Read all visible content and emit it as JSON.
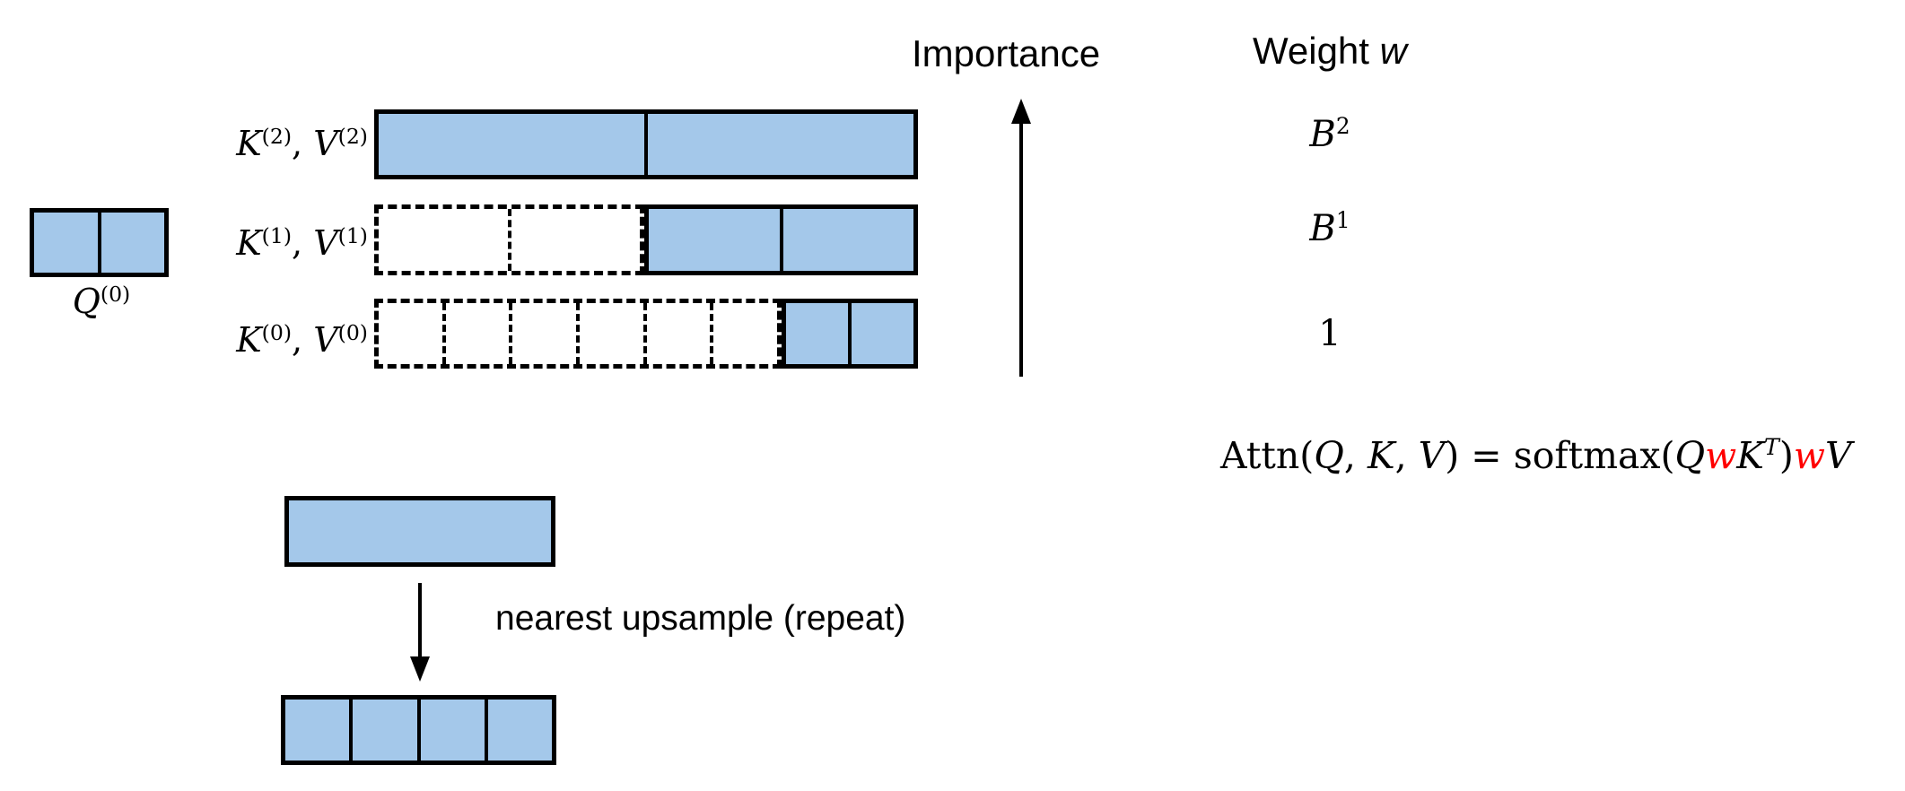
{
  "colors": {
    "cell_fill": "#a4c8ea",
    "line": "#000000",
    "red": "#ff0000"
  },
  "query_block": {
    "label_parts": [
      {
        "t": "Q",
        "s": "it"
      },
      {
        "t": "(0)",
        "s": "sup"
      }
    ],
    "box": {
      "style": "solid",
      "cells": 2
    }
  },
  "pyramid": {
    "rows": [
      {
        "label_parts": [
          {
            "t": "K",
            "s": "it"
          },
          {
            "t": "(2)",
            "s": "sup"
          },
          {
            "t": ", ",
            "s": "rm"
          },
          {
            "t": "V",
            "s": "it"
          },
          {
            "t": "(2)",
            "s": "sup"
          }
        ],
        "groups": [
          {
            "style": "solid",
            "cells": 2
          }
        ],
        "weight_parts": [
          {
            "t": "B",
            "s": "it"
          },
          {
            "t": "2",
            "s": "sup"
          }
        ]
      },
      {
        "label_parts": [
          {
            "t": "K",
            "s": "it"
          },
          {
            "t": "(1)",
            "s": "sup"
          },
          {
            "t": ", ",
            "s": "rm"
          },
          {
            "t": "V",
            "s": "it"
          },
          {
            "t": "(1)",
            "s": "sup"
          }
        ],
        "groups": [
          {
            "style": "dashed",
            "cells": 2
          },
          {
            "style": "solid",
            "cells": 2
          }
        ],
        "weight_parts": [
          {
            "t": "B",
            "s": "it"
          },
          {
            "t": "1",
            "s": "sup"
          }
        ]
      },
      {
        "label_parts": [
          {
            "t": "K",
            "s": "it"
          },
          {
            "t": "(0)",
            "s": "sup"
          },
          {
            "t": ", ",
            "s": "rm"
          },
          {
            "t": "V",
            "s": "it"
          },
          {
            "t": "(0)",
            "s": "sup"
          }
        ],
        "groups": [
          {
            "style": "dashed",
            "cells": 6
          },
          {
            "style": "solid",
            "cells": 2
          }
        ],
        "weight_parts": [
          {
            "t": "1",
            "s": "rm"
          }
        ]
      }
    ]
  },
  "axis": {
    "importance_label": "Importance"
  },
  "weight_column": {
    "header_parts": [
      {
        "t": "Weight ",
        "s": "sans"
      },
      {
        "t": "w",
        "s": "it"
      }
    ]
  },
  "formula": {
    "parts": [
      {
        "t": "Attn(",
        "s": "rm"
      },
      {
        "t": "Q",
        "s": "it"
      },
      {
        "t": ", ",
        "s": "rm"
      },
      {
        "t": "K",
        "s": "it"
      },
      {
        "t": ", ",
        "s": "rm"
      },
      {
        "t": "V",
        "s": "it"
      },
      {
        "t": ") = softmax(",
        "s": "rm"
      },
      {
        "t": "Q",
        "s": "it"
      },
      {
        "t": "w",
        "s": "itred"
      },
      {
        "t": "K",
        "s": "it"
      },
      {
        "t": "T",
        "s": "supit"
      },
      {
        "t": ")",
        "s": "rm"
      },
      {
        "t": "w",
        "s": "itred"
      },
      {
        "t": "V",
        "s": "it"
      }
    ]
  },
  "upsample": {
    "caption": "nearest upsample (repeat)",
    "top_box": {
      "style": "solid",
      "cells": 1
    },
    "bottom_box": {
      "style": "solid",
      "cells": 4
    }
  }
}
